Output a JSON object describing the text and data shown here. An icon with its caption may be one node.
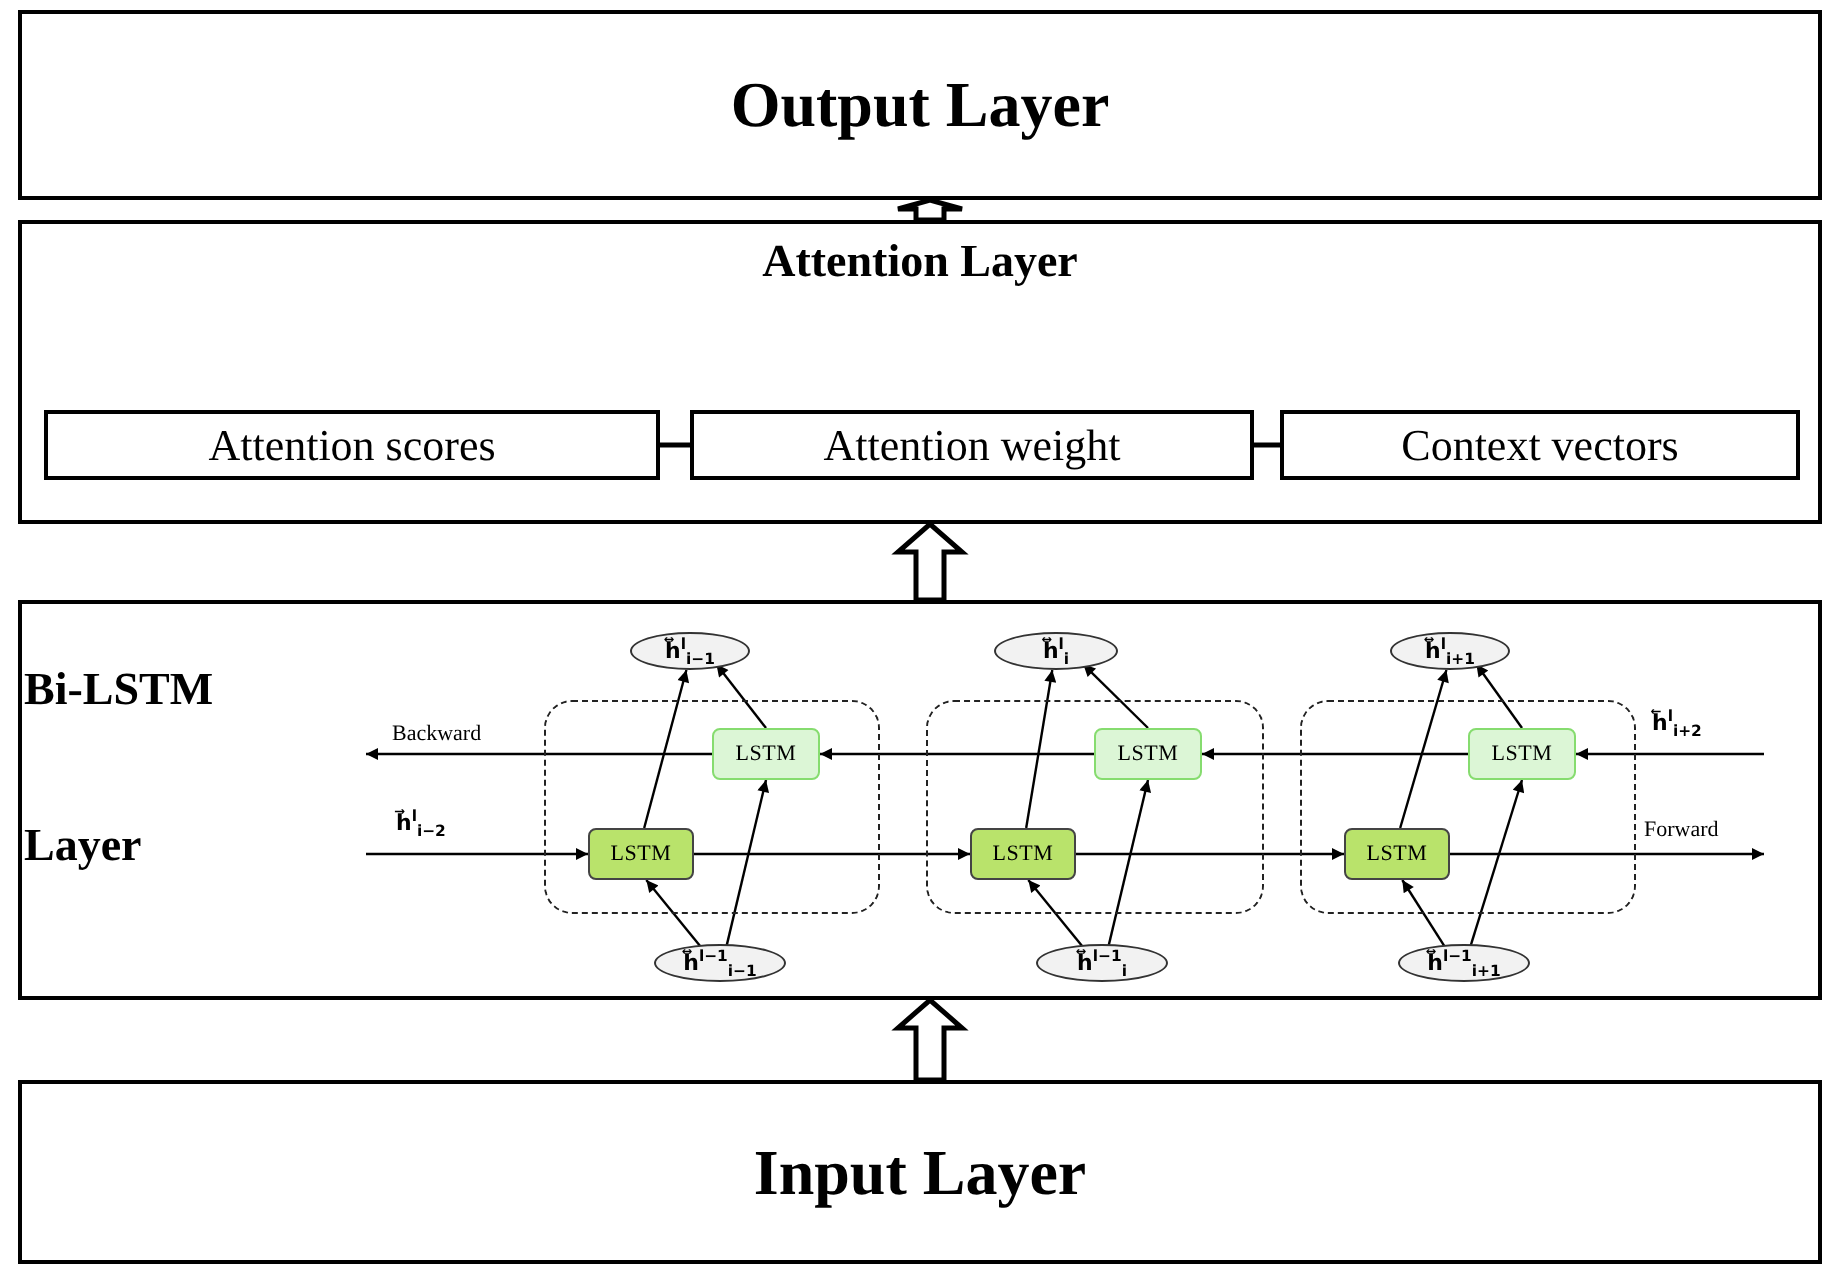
{
  "diagram": {
    "nodes": [
      {
        "text": [
          "Output Layer"
        ]
      },
      {
        "text": [
          "Attention Layer"
        ]
      },
      {
        "text": [
          "Attention scores"
        ],
        "in": 1
      },
      {
        "text": [
          "Attention weight"
        ],
        "in": 1
      },
      {
        "text": [
          "Context vectors"
        ],
        "in": 1
      },
      {
        "text": [
          "Bi-LSTM",
          "Layer"
        ]
      },
      {
        "text": [
          "h⃡$^{l}$$_{i−1}$"
        ],
        "in": 5
      },
      {
        "text": [
          "h⃡$^{l}$$_{i}$"
        ],
        "in": 5
      },
      {
        "text": [
          "h⃡$^{l}$$_{i+1}$"
        ],
        "in": 5
      },
      {
        "text": [],
        "shape": "box",
        "in": 5
      },
      {
        "text": [],
        "shape": "box",
        "in": 5
      },
      {
        "text": [],
        "shape": "box",
        "in": 5
      },
      {
        "text": [
          "LSTM"
        ],
        "in": 9
      },
      {
        "text": [
          "LSTM"
        ],
        "in": 9
      },
      {
        "text": [
          "LSTM"
        ],
        "in": 10
      },
      {
        "text": [
          "LSTM"
        ],
        "in": 10
      },
      {
        "text": [
          "LSTM"
        ],
        "in": 11
      },
      {
        "text": [
          "LSTM"
        ],
        "in": 11
      },
      {
        "text": [
          "h⃡$^{l−1}$$_{i−1}$"
        ],
        "in": 5
      },
      {
        "text": [
          "h⃡$^{l−1}$$_{i}$"
        ],
        "in": 5
      },
      {
        "text": [
          "h⃡$^{l−1}$$_{i+1}$"
        ],
        "in": 5
      },
      {
        "text": [
          "Input Layer"
        ]
      }
    ],
    "edges": [
      {
        "from": 1,
        "to": 0,
        "arrow": "to",
        "style": "thick"
      },
      {
        "from": 5,
        "to": 1,
        "arrow": "to",
        "style": "thick"
      },
      {
        "from": 21,
        "to": 5,
        "arrow": "to",
        "style": "thick"
      },
      {
        "from": 2,
        "to": 3,
        "arrow": "none"
      },
      {
        "from": 3,
        "to": 4,
        "arrow": "none"
      },
      {
        "from": null,
        "to": 13,
        "arrow": "to",
        "label": "h⃗$^{l}$$_{i−2}$"
      },
      {
        "from": 13,
        "to": 15,
        "arrow": "to"
      },
      {
        "from": 15,
        "to": 17,
        "arrow": "to"
      },
      {
        "from": 17,
        "to": null,
        "arrow": "to",
        "label": "Forward"
      },
      {
        "from": null,
        "to": 16,
        "arrow": "to",
        "label": "h⃖$^{l}$$_{i+2}$"
      },
      {
        "from": 16,
        "to": 14,
        "arrow": "to"
      },
      {
        "from": 14,
        "to": 12,
        "arrow": "to"
      },
      {
        "from": 12,
        "to": null,
        "arrow": "to",
        "label": "Backward"
      },
      {
        "from": 13,
        "to": 6,
        "arrow": "to"
      },
      {
        "from": 12,
        "to": 6,
        "arrow": "to"
      },
      {
        "from": 18,
        "to": 13,
        "arrow": "to"
      },
      {
        "from": 18,
        "to": 12,
        "arrow": "to"
      },
      {
        "from": 15,
        "to": 7,
        "arrow": "to"
      },
      {
        "from": 14,
        "to": 7,
        "arrow": "to"
      },
      {
        "from": 19,
        "to": 15,
        "arrow": "to"
      },
      {
        "from": 19,
        "to": 14,
        "arrow": "to"
      },
      {
        "from": 17,
        "to": 8,
        "arrow": "to"
      },
      {
        "from": 16,
        "to": 8,
        "arrow": "to"
      },
      {
        "from": 20,
        "to": 17,
        "arrow": "to"
      },
      {
        "from": 20,
        "to": 16,
        "arrow": "to"
      }
    ]
  }
}
